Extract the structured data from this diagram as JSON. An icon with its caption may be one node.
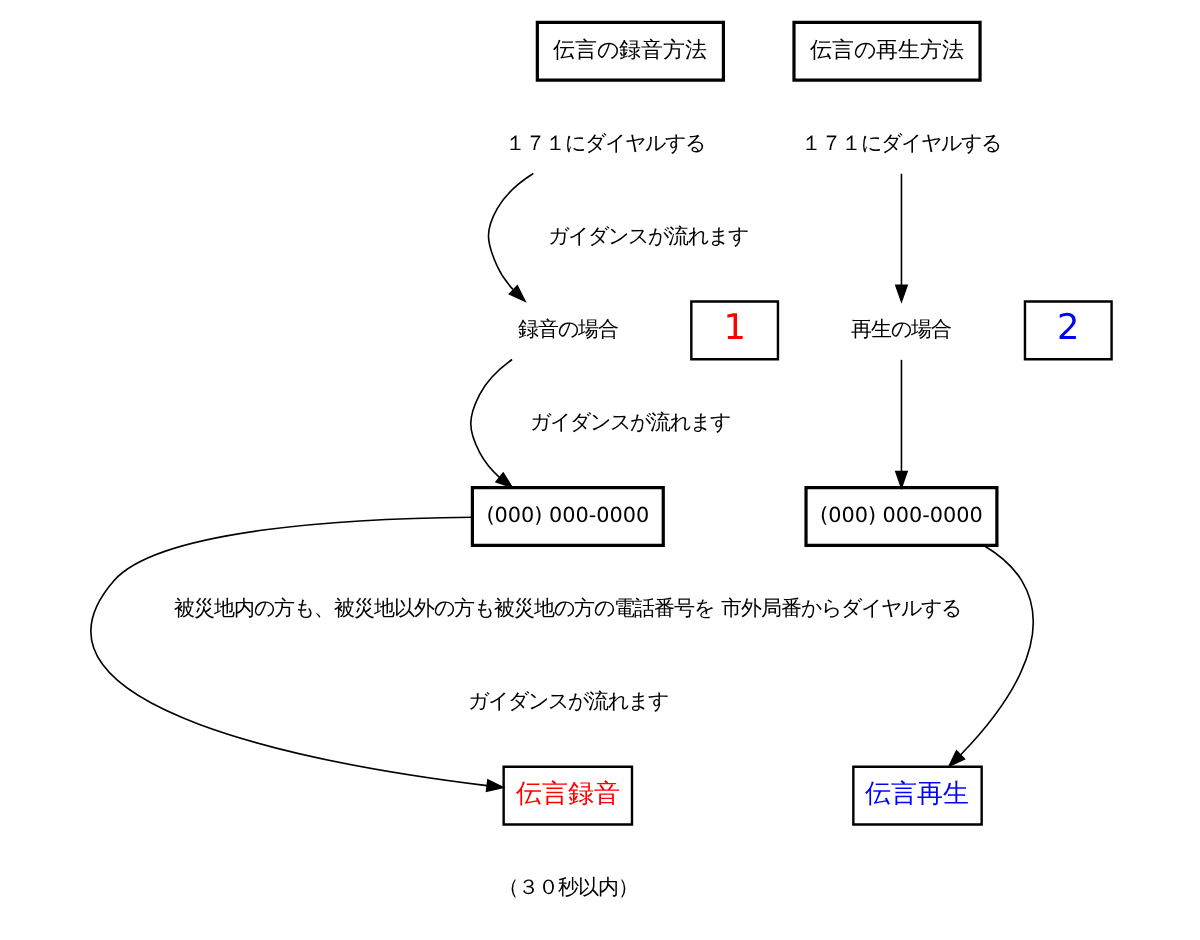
{
  "diagram": {
    "nodes": [
      {
        "text": [
          "伝言の録音方法"
        ]
      },
      {
        "text": [
          "伝言の再生方法"
        ]
      },
      {
        "text": [
          "１７１にダイヤルする"
        ]
      },
      {
        "text": [
          "１７１にダイヤルする"
        ]
      },
      {
        "text": [
          "録音の場合"
        ]
      },
      {
        "text": [
          "1"
        ]
      },
      {
        "text": [
          "再生の場合"
        ]
      },
      {
        "text": [
          "2"
        ]
      },
      {
        "text": [
          "(000) 000-0000"
        ]
      },
      {
        "text": [
          "(000) 000-0000"
        ]
      },
      {
        "text": [
          "伝言録音"
        ],
        "beside": [
          "（３０秒以内）"
        ]
      },
      {
        "text": [
          "伝言再生"
        ]
      }
    ],
    "edges": [
      {
        "from": 2,
        "to": 4,
        "arrow": "to"
      },
      {
        "from": 3,
        "to": 6,
        "arrow": "to"
      },
      {
        "from": 4,
        "to": 8,
        "arrow": "to"
      },
      {
        "from": 6,
        "to": 9,
        "arrow": "to"
      },
      {
        "from": 8,
        "to": 10,
        "arrow": "to"
      },
      {
        "from": 9,
        "to": 11,
        "arrow": "to"
      }
    ],
    "labels": [
      "ガイダンスが流れます",
      "ガイダンスが流れます",
      "被災地内の方も、被災地以外の方も被災地の方の電話番号を 市外局番からダイヤルする",
      "ガイダンスが流れます"
    ]
  }
}
